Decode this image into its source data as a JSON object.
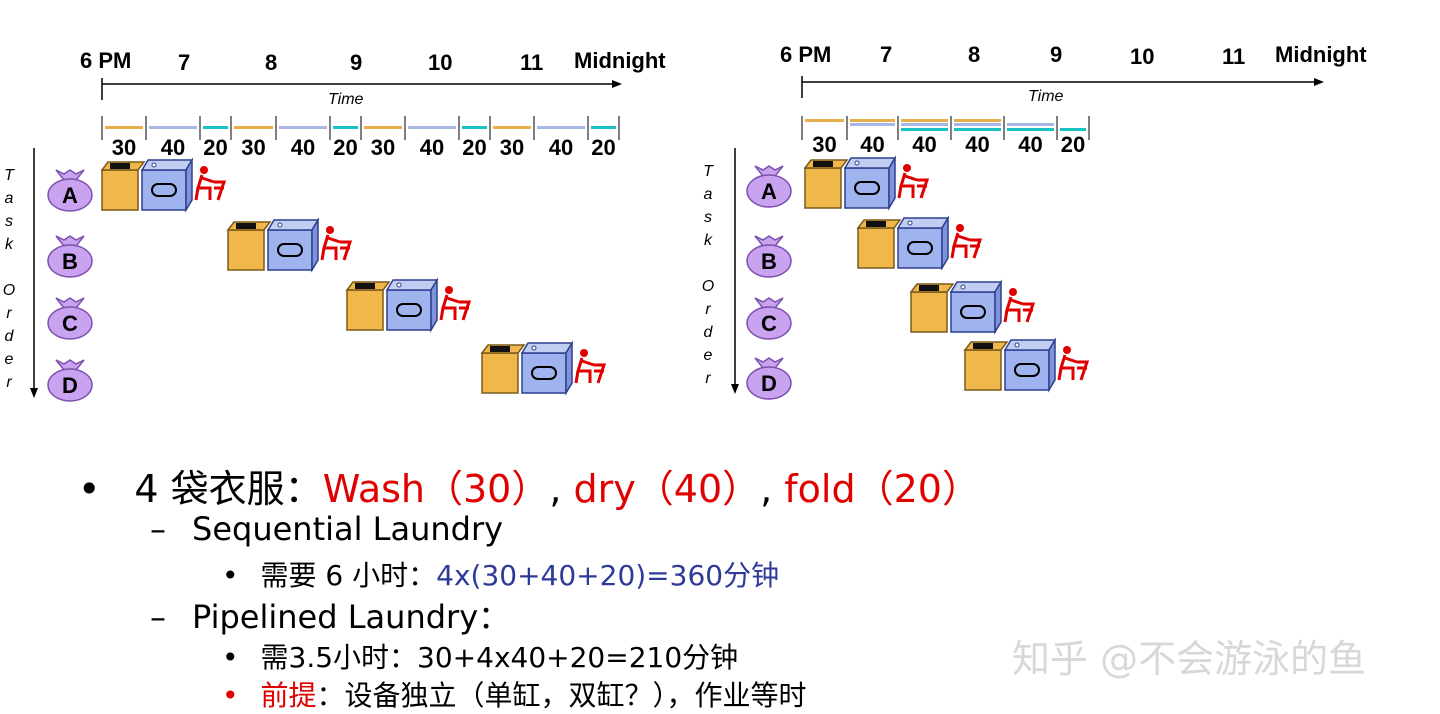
{
  "timeline_labels": [
    "6 PM",
    "7",
    "8",
    "9",
    "10",
    "11",
    "Midnight"
  ],
  "time_axis_label": "Time",
  "task_axis_label": [
    "T",
    "a",
    "s",
    "k",
    "",
    "O",
    "r",
    "d",
    "e",
    "r"
  ],
  "tasks": [
    "A",
    "B",
    "C",
    "D"
  ],
  "sequential": {
    "durations": [
      "30",
      "40",
      "20",
      "30",
      "40",
      "20",
      "30",
      "40",
      "20",
      "30",
      "40",
      "20"
    ]
  },
  "pipelined": {
    "durations": [
      "30",
      "40",
      "40",
      "40",
      "40",
      "20"
    ]
  },
  "colors": {
    "wash": "#e8b04a",
    "dry": "#a9b7e4",
    "fold": "#19c2c2",
    "bag": "#c9a3f0",
    "washer": "#f0b74a",
    "dryer": "#9fb3ee",
    "folder": "#e00000"
  },
  "bullets": {
    "main": {
      "prefix": "4 袋衣服：",
      "wash": "Wash（30）",
      "sep1": ", ",
      "dry": "dry（40）",
      "sep2": ", ",
      "fold": "fold（20）"
    },
    "sequential_title": "Sequential Laundry",
    "sequential_detail_prefix": "需要 6 小时：",
    "sequential_detail_formula": "4x(30+40+20)=360分钟",
    "pipelined_title": "Pipelined Laundry：",
    "pipelined_detail": "需3.5小时：30+4x40+20=210分钟",
    "premise_label": "前提",
    "premise_text": "：设备独立（单缸，双缸？），作业等时"
  },
  "watermark": "知乎 @不会游泳的鱼"
}
